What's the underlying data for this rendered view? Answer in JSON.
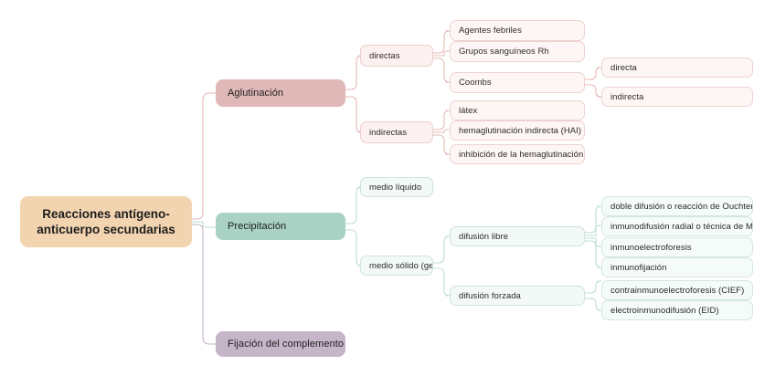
{
  "diagram": {
    "type": "mind-map",
    "title": "Reacciones antígeno-anticuerpo secundarias",
    "root": {
      "label_line1": "Reacciones antígeno-",
      "label_line2": "anticuerpo secundarias",
      "color": "#f3d4b0"
    },
    "branches": [
      {
        "label": "Aglutinación",
        "color": "#e0b8b8",
        "children": [
          {
            "label": "directas",
            "children": [
              {
                "label": "Agentes febriles"
              },
              {
                "label": "Grupos sanguíneos Rh"
              },
              {
                "label": "Coombs",
                "children": [
                  {
                    "label": "directa"
                  },
                  {
                    "label": "indirecta"
                  }
                ]
              }
            ]
          },
          {
            "label": "indirectas",
            "children": [
              {
                "label": "látex"
              },
              {
                "label": "hemaglutinación indirecta (HAI)"
              },
              {
                "label": "inhibición de la hemaglutinación (IHA)"
              }
            ]
          }
        ]
      },
      {
        "label": "Precipitación",
        "color": "#a9d2c5",
        "children": [
          {
            "label": "medio líquido",
            "children": []
          },
          {
            "label": "medio sólido (gel)",
            "children": [
              {
                "label": "difusión libre",
                "children": [
                  {
                    "label": "doble difusión o reacción de Ouchterlony"
                  },
                  {
                    "label": "inmunodifusión radial o técnica de Mancini"
                  },
                  {
                    "label": "inmunoelectroforesis"
                  },
                  {
                    "label": "inmunofijación"
                  }
                ]
              },
              {
                "label": "difusión forzada",
                "children": [
                  {
                    "label": "contrainmunoelectroforesis (CIEF)"
                  },
                  {
                    "label": "electroinmunodifusión (EID)"
                  }
                ]
              }
            ]
          }
        ]
      },
      {
        "label": "Fijación del complemento",
        "color": "#c6b4c9",
        "children": []
      }
    ],
    "connector_colors": {
      "aglutinacion": "#e3b9b6",
      "precipitacion": "#bcdcd0",
      "fijacion": "#c6b4c9"
    }
  }
}
